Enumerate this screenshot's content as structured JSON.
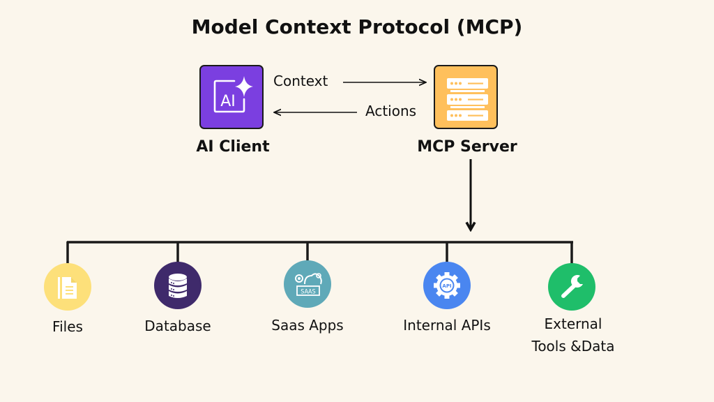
{
  "title": "Model Context Protocol (MCP)",
  "client": {
    "label": "AI Client",
    "icon": "ai-sparkle-icon",
    "color": "#7b3fe0",
    "icon_text": "AI"
  },
  "server": {
    "label": "MCP Server",
    "icon": "server-rack-icon",
    "color": "#ffc05c"
  },
  "flows": [
    {
      "label": "Context",
      "direction": "client-to-server"
    },
    {
      "label": "Actions",
      "direction": "server-to-client"
    }
  ],
  "resources": [
    {
      "label": "Files",
      "icon": "file-document-icon",
      "color": "#fde07a"
    },
    {
      "label": "Database",
      "icon": "database-icon",
      "color": "#3f2a6b"
    },
    {
      "label": "Saas Apps",
      "icon": "saas-cloud-icon",
      "color": "#5fa9b8",
      "icon_text": "SAAS"
    },
    {
      "label": "Internal APIs",
      "icon": "api-gear-icon",
      "color": "#4a86f0",
      "icon_text": "API"
    },
    {
      "label": "External Tools &Data",
      "label_lines": [
        "External",
        "Tools &Data"
      ],
      "icon": "wrench-icon",
      "color": "#1fbe6a"
    }
  ]
}
